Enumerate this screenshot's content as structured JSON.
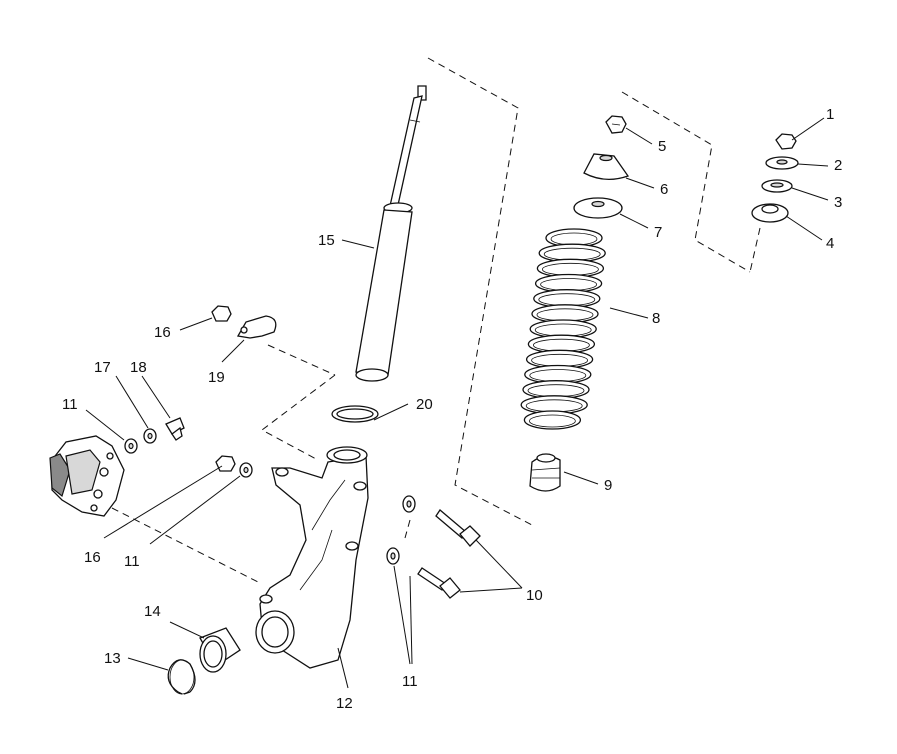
{
  "labels": {
    "p1": "1",
    "p2": "2",
    "p3": "3",
    "p4": "4",
    "p5": "5",
    "p6": "6",
    "p7": "7",
    "p8": "8",
    "p9": "9",
    "p10": "10",
    "p11a": "11",
    "p11b": "11",
    "p11c": "11",
    "p12": "12",
    "p13": "13",
    "p14": "14",
    "p15": "15",
    "p16a": "16",
    "p16b": "16",
    "p17": "17",
    "p18": "18",
    "p19": "19",
    "p20": "20"
  }
}
